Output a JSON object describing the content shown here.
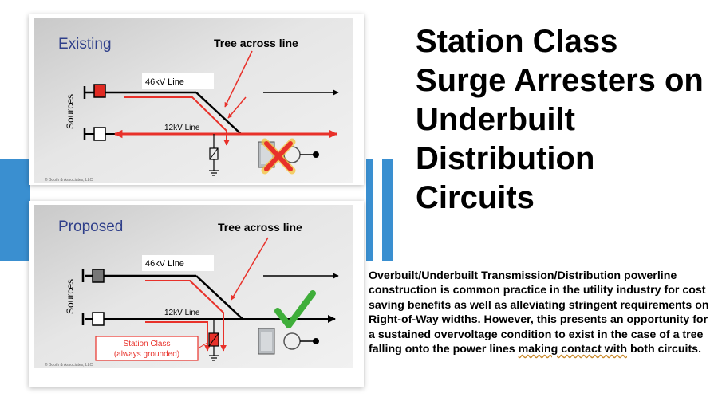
{
  "title": "Station Class Surge Arresters on Underbuilt Distribution Circuits",
  "body": {
    "before": "Overbuilt/Underbuilt Transmission/Distribution powerline construction is common practice in the utility industry for cost saving benefits as well as alleviating stringent requirements on Right-of-Way widths.  However, this presents an opportunity for a sustained overvoltage condition to exist in the case of a tree falling onto the power lines",
    "underlined": "making contact with",
    "after": "both circuits."
  },
  "colors": {
    "accent_blue": "#3a8fd0",
    "fault_red": "#e8312a",
    "panel_gray": "#dcdcdc",
    "title_blue": "#2f3f8a",
    "check_green": "#3fae3a"
  },
  "panels": {
    "existing": {
      "label": "Existing",
      "tree_label": "Tree across line",
      "line_46kv": "46kV Line",
      "line_12kv": "12kV Line",
      "sources": "Sources",
      "copyright": "© Booth & Associates, LLC",
      "status_icon": "x-mark-icon"
    },
    "proposed": {
      "label": "Proposed",
      "tree_label": "Tree across line",
      "line_46kv": "46kV Line",
      "line_12kv": "12kV Line",
      "sources": "Sources",
      "callout_line1": "Station Class",
      "callout_line2": "(always grounded)",
      "copyright": "© Booth & Associates, LLC",
      "status_icon": "check-mark-icon"
    }
  }
}
